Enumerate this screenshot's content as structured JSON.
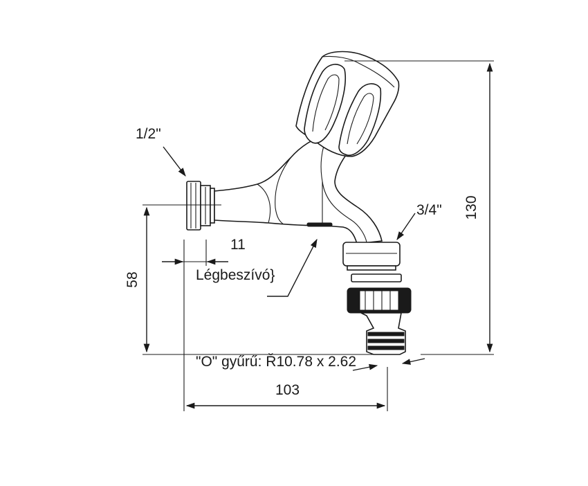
{
  "labels": {
    "thread_in": "1/2\"",
    "thread_out": "3/4\"",
    "dim_height": "130",
    "dim_58": "58",
    "dim_11": "11",
    "dim_103": "103",
    "air_intake": "Légbeszívó}",
    "o_ring": "\"O\" gyűrű:  Ř10.78 x 2.62"
  },
  "colors": {
    "line": "#1a1a1a",
    "background": "#ffffff"
  }
}
